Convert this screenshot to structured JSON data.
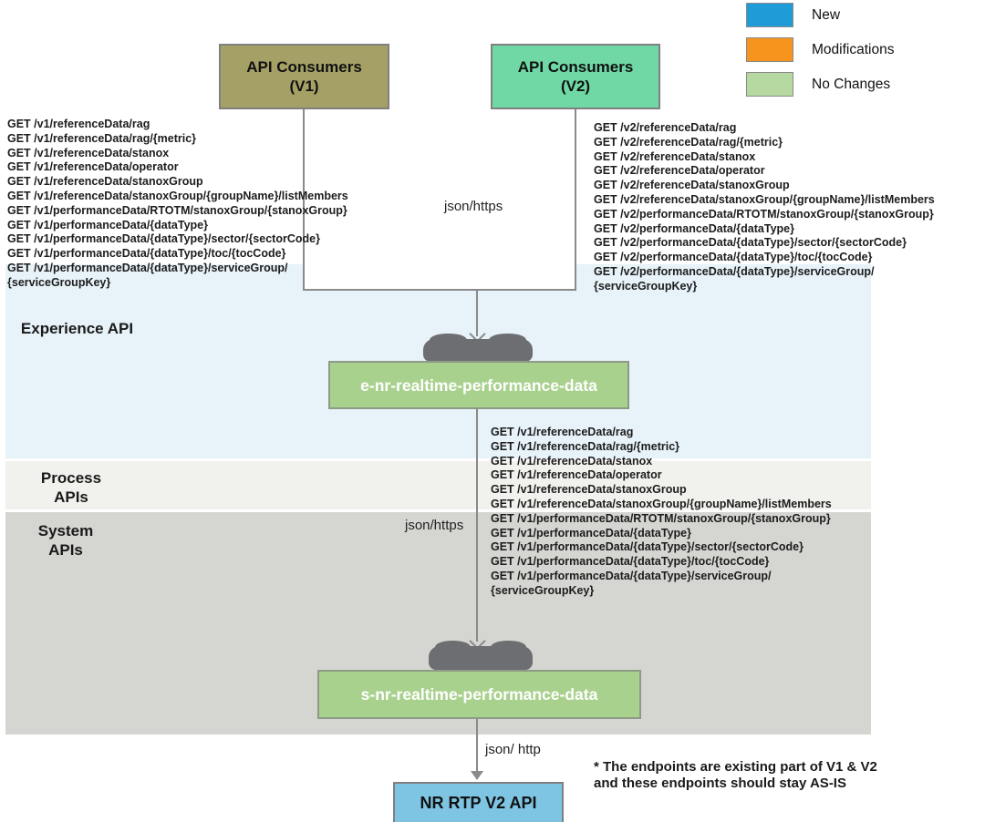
{
  "legend": {
    "items": [
      {
        "label": "New",
        "color": "#1f9cd8"
      },
      {
        "label": "Modifications",
        "color": "#f7941d"
      },
      {
        "label": "No Changes",
        "color": "#b5d9a0"
      }
    ]
  },
  "consumers": {
    "v1_label": "API Consumers (V1)",
    "v2_label": "API Consumers (V2)"
  },
  "layers": {
    "experience_label": "Experience API",
    "process_label": "Process APIs",
    "system_label": "System APIs"
  },
  "endpoints": {
    "v1": [
      "GET /v1/referenceData/rag",
      "GET /v1/referenceData/rag/{metric}",
      "GET /v1/referenceData/stanox",
      "GET /v1/referenceData/operator",
      "GET /v1/referenceData/stanoxGroup",
      "GET /v1/referenceData/stanoxGroup/{groupName}/listMembers",
      "GET /v1/performanceData/RTOTM/stanoxGroup/{stanoxGroup}",
      "GET /v1/performanceData/{dataType}",
      "GET /v1/performanceData/{dataType}/sector/{sectorCode}",
      "GET /v1/performanceData/{dataType}/toc/{tocCode}",
      "GET /v1/performanceData/{dataType}/serviceGroup/",
      "{serviceGroupKey}"
    ],
    "v2": [
      "GET /v2/referenceData/rag",
      "GET /v2/referenceData/rag/{metric}",
      "GET /v2/referenceData/stanox",
      "GET /v2/referenceData/operator",
      "GET /v2/referenceData/stanoxGroup",
      "GET /v2/referenceData/stanoxGroup/{groupName}/listMembers",
      "GET /v2/performanceData/RTOTM/stanoxGroup/{stanoxGroup}",
      "GET /v2/performanceData/{dataType}",
      "GET /v2/performanceData/{dataType}/sector/{sectorCode}",
      "GET /v2/performanceData/{dataType}/toc/{tocCode}",
      "GET /v2/performanceData/{dataType}/serviceGroup/",
      "{serviceGroupKey}"
    ],
    "middle": [
      "GET /v1/referenceData/rag",
      "GET /v1/referenceData/rag/{metric}",
      "GET /v1/referenceData/stanox",
      "GET /v1/referenceData/operator",
      "GET /v1/referenceData/stanoxGroup",
      "GET /v1/referenceData/stanoxGroup/{groupName}/listMembers",
      "GET /v1/performanceData/RTOTM/stanoxGroup/{stanoxGroup}",
      "GET /v1/performanceData/{dataType}",
      "GET /v1/performanceData/{dataType}/sector/{sectorCode}",
      "GET /v1/performanceData/{dataType}/toc/{tocCode}",
      "GET /v1/performanceData/{dataType}/serviceGroup/",
      "{serviceGroupKey}"
    ]
  },
  "nodes": {
    "experience_api": "e-nr-realtime-performance-data",
    "system_api": "s-nr-realtime-performance-data",
    "backend": "NR RTP V2 API"
  },
  "protocols": {
    "top": "json/https",
    "middle": "json/https",
    "bottom": "json/ http"
  },
  "note": {
    "line1": "* The endpoints are existing part of V1 & V2",
    "line2": "and these endpoints should stay AS-IS"
  }
}
